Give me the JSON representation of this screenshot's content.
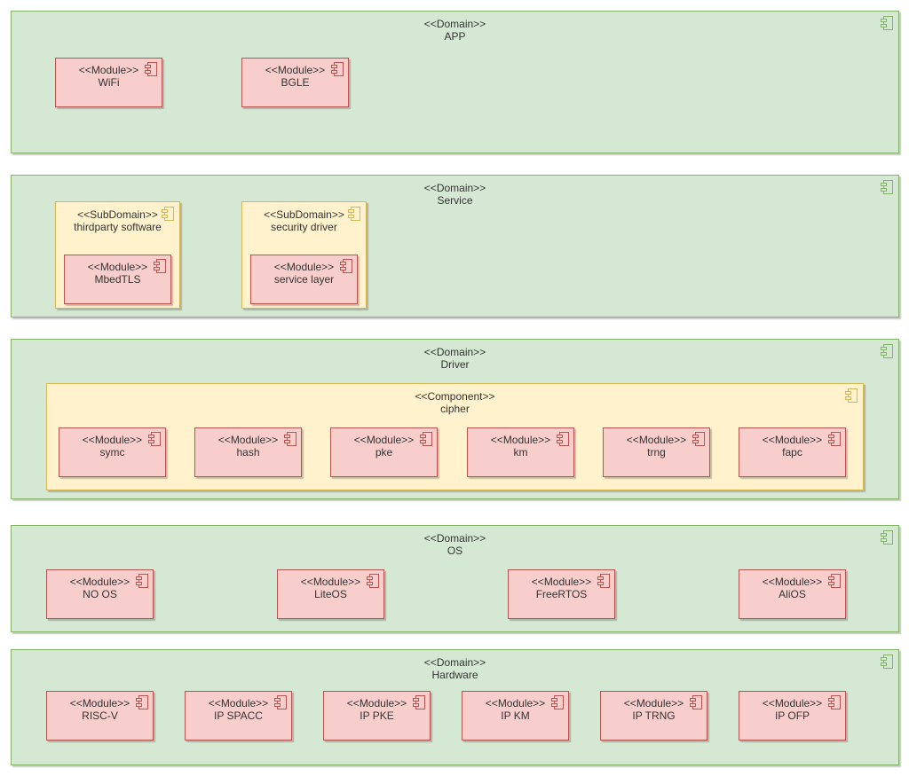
{
  "domains": [
    {
      "stereo": "<<Domain>>",
      "name": "APP"
    },
    {
      "stereo": "<<Domain>>",
      "name": "Service"
    },
    {
      "stereo": "<<Domain>>",
      "name": "Driver"
    },
    {
      "stereo": "<<Domain>>",
      "name": "OS"
    },
    {
      "stereo": "<<Domain>>",
      "name": "Hardware"
    }
  ],
  "app_modules": [
    {
      "stereo": "<<Module>>",
      "name": "WiFi"
    },
    {
      "stereo": "<<Module>>",
      "name": "BGLE"
    }
  ],
  "service_subdomains": [
    {
      "stereo": "<<SubDomain>>",
      "name": "thirdparty software",
      "module": {
        "stereo": "<<Module>>",
        "name": "MbedTLS"
      }
    },
    {
      "stereo": "<<SubDomain>>",
      "name": "security driver",
      "module": {
        "stereo": "<<Module>>",
        "name": "service layer"
      }
    }
  ],
  "driver_component": {
    "stereo": "<<Component>>",
    "name": "cipher"
  },
  "driver_modules": [
    {
      "stereo": "<<Module>>",
      "name": "symc"
    },
    {
      "stereo": "<<Module>>",
      "name": "hash"
    },
    {
      "stereo": "<<Module>>",
      "name": "pke"
    },
    {
      "stereo": "<<Module>>",
      "name": "km"
    },
    {
      "stereo": "<<Module>>",
      "name": "trng"
    },
    {
      "stereo": "<<Module>>",
      "name": "fapc"
    }
  ],
  "os_modules": [
    {
      "stereo": "<<Module>>",
      "name": "NO OS"
    },
    {
      "stereo": "<<Module>>",
      "name": "LiteOS"
    },
    {
      "stereo": "<<Module>>",
      "name": "FreeRTOS"
    },
    {
      "stereo": "<<Module>>",
      "name": "AliOS"
    }
  ],
  "hardware_modules": [
    {
      "stereo": "<<Module>>",
      "name": "RISC-V"
    },
    {
      "stereo": "<<Module>>",
      "name": "IP SPACC"
    },
    {
      "stereo": "<<Module>>",
      "name": "IP PKE"
    },
    {
      "stereo": "<<Module>>",
      "name": "IP KM"
    },
    {
      "stereo": "<<Module>>",
      "name": "IP TRNG"
    },
    {
      "stereo": "<<Module>>",
      "name": "IP OFP"
    }
  ],
  "icons": {
    "component": "component-icon"
  },
  "colors": {
    "domain_fill": "#d5e8d4",
    "domain_stroke": "#82b366",
    "subdomain_fill": "#fff2cc",
    "subdomain_stroke": "#d6b656",
    "module_fill": "#f8cecc",
    "module_stroke": "#b85450"
  }
}
